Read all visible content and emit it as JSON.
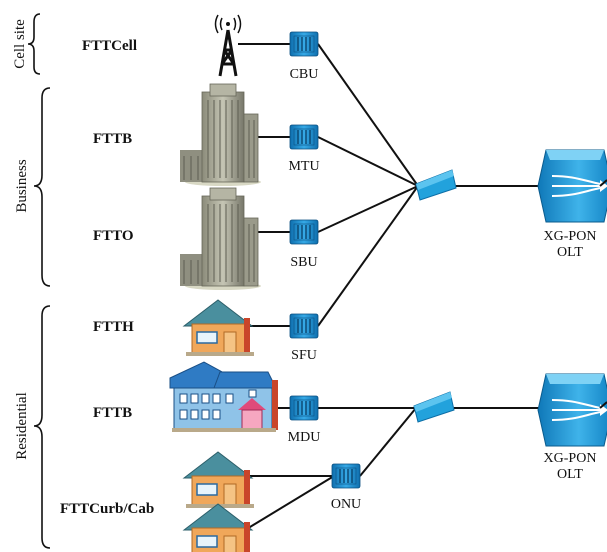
{
  "groups": {
    "cell_site": "Cell site",
    "business": "Business",
    "residential": "Residential"
  },
  "categories": {
    "fttcell": "FTTCell",
    "fttb_business": "FTTB",
    "ftto": "FTTO",
    "ftth": "FTTH",
    "fttb_residential": "FTTB",
    "fttcurb": "FTTCurb/Cab"
  },
  "devices": {
    "cbu": "CBU",
    "mtu": "MTU",
    "sbu": "SBU",
    "sfu": "SFU",
    "mdu": "MDU",
    "onu": "ONU"
  },
  "olt": {
    "top_line1": "XG-PON",
    "top_line2": "OLT",
    "bottom_line1": "XG-PON",
    "bottom_line2": "OLT"
  },
  "colors": {
    "device_blue": "#1b8fcf",
    "splitter_blue": "#22a2dc",
    "house_orange": "#f0a75a",
    "house_roof": "#4a8f9e",
    "building_gray": "#a9a998",
    "mdu_blue": "#2f7bc4"
  }
}
